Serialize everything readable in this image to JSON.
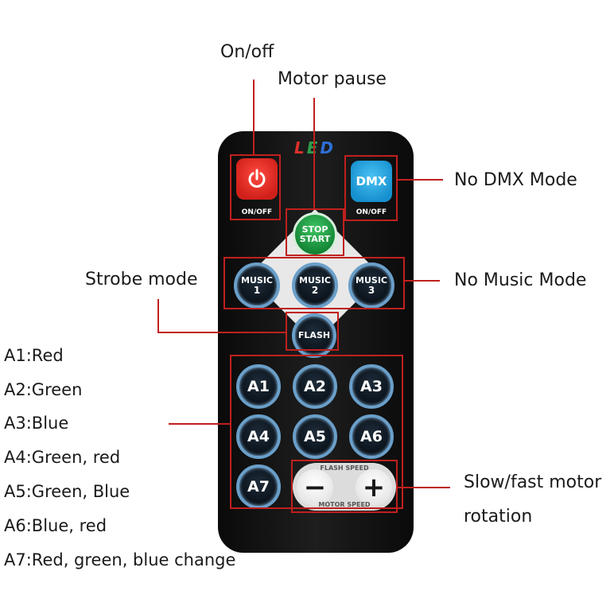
{
  "callouts": {
    "onoff": "On/off",
    "motor_pause": "Motor pause",
    "no_dmx": "No DMX Mode",
    "strobe": "Strobe mode",
    "no_music": "No Music Mode",
    "motor_rotation_1": "Slow/fast motor",
    "motor_rotation_2": "rotation"
  },
  "legend": [
    "A1:Red",
    "A2:Green",
    "A3:Blue",
    "A4:Green, red",
    "A5:Green, Blue",
    "A6:Blue, red",
    "A7:Red, green, blue change"
  ],
  "remote": {
    "brand_letters": [
      "L",
      "E",
      "D"
    ],
    "brand_colors": [
      "#d9322b",
      "#2e9e4a",
      "#2e6fd6"
    ],
    "power_caption": "ON/OFF",
    "dmx_label": "DMX",
    "dmx_caption": "ON/OFF",
    "stop_line1": "STOP",
    "stop_line2": "START",
    "music_word": "MUSIC",
    "music_nums": [
      "1",
      "2",
      "3"
    ],
    "flash_label": "FLASH",
    "a_buttons": [
      "A1",
      "A2",
      "A3",
      "A4",
      "A5",
      "A6",
      "A7"
    ],
    "flash_speed": "FLASH SPEED",
    "motor_speed": "MOTOR SPEED",
    "minus": "−",
    "plus": "+"
  },
  "colors": {
    "callout_red": "#c0201e",
    "power_red": "#e8302a",
    "dmx_blue": "#1fa3e0",
    "stop_green": "#1f9a3e"
  }
}
